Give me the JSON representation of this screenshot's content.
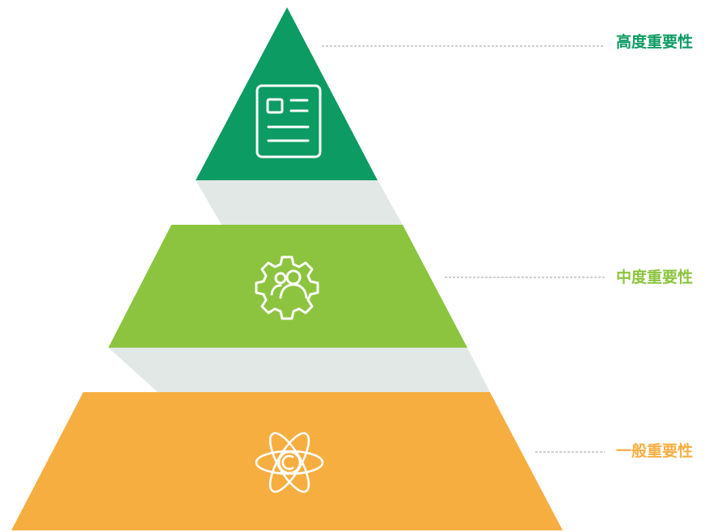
{
  "tiers": [
    {
      "label": "高度重要性",
      "color": "#0c9b63",
      "icon": "document-icon"
    },
    {
      "label": "中度重要性",
      "color": "#8cc43f",
      "icon": "gear-people-icon"
    },
    {
      "label": "一般重要性",
      "color": "#f7ae40",
      "icon": "atom-icon"
    }
  ],
  "connector_color": "#e1e8e5",
  "leader_color": "#9aa0a0"
}
